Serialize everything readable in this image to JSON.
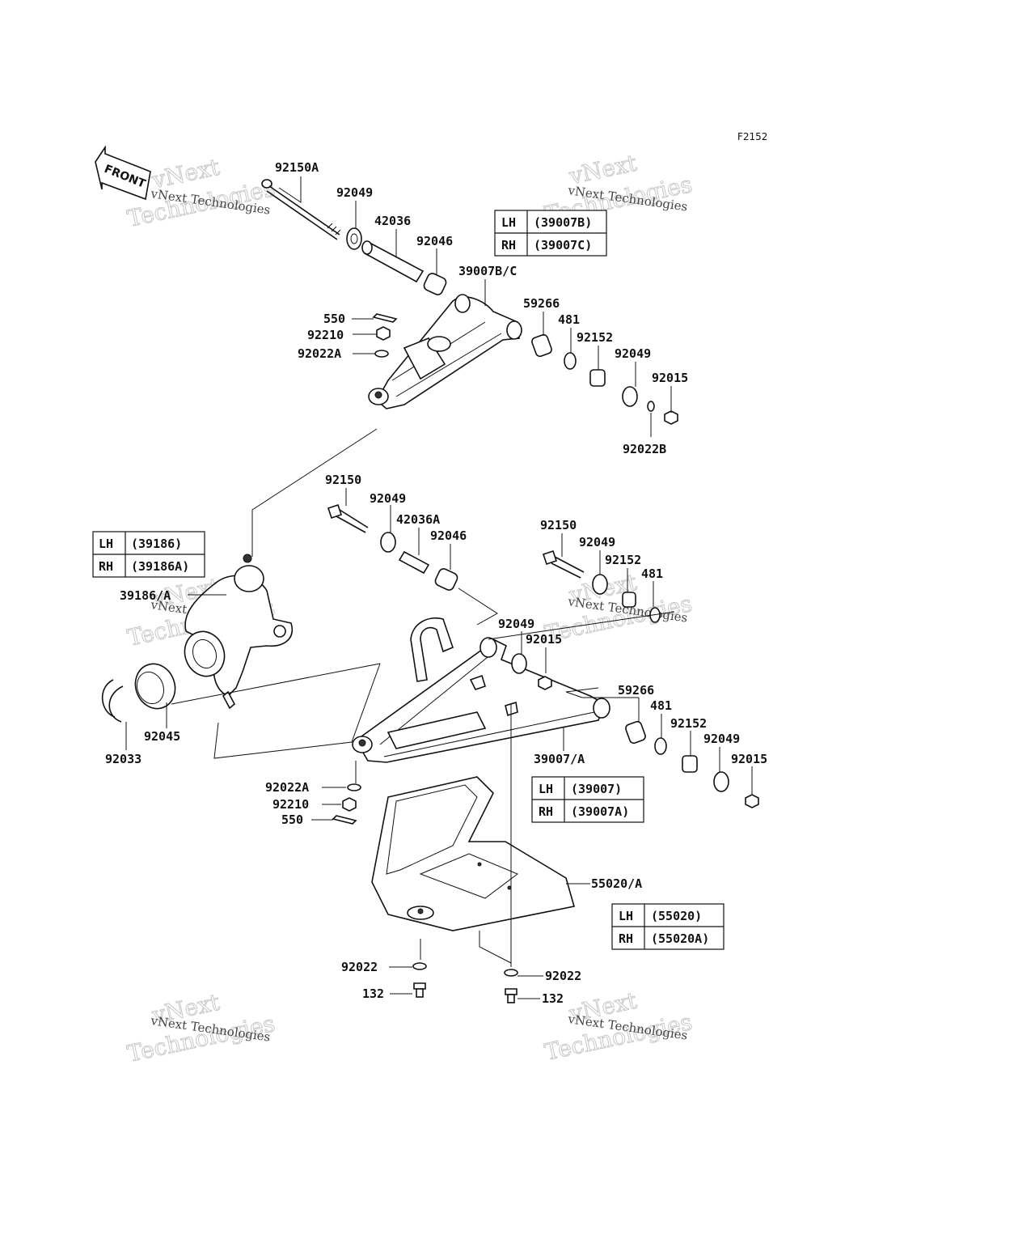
{
  "figure_code": "F2152",
  "front_label": "FRONT",
  "watermark": {
    "line1": "vNext Technologies",
    "line2": "vNext",
    "line3": "Technologies"
  },
  "tables": [
    {
      "rows": [
        {
          "side": "LH",
          "part": "(39007B)"
        },
        {
          "side": "RH",
          "part": "(39007C)"
        }
      ]
    },
    {
      "rows": [
        {
          "side": "LH",
          "part": "(39186)"
        },
        {
          "side": "RH",
          "part": "(39186A)"
        }
      ]
    },
    {
      "rows": [
        {
          "side": "LH",
          "part": "(39007)"
        },
        {
          "side": "RH",
          "part": "(39007A)"
        }
      ]
    },
    {
      "rows": [
        {
          "side": "LH",
          "part": "(55020)"
        },
        {
          "side": "RH",
          "part": "(55020A)"
        }
      ]
    }
  ],
  "labels": [
    "92150A",
    "92049",
    "42036",
    "92046",
    "39007B/C",
    "550",
    "92210",
    "92022A",
    "59266",
    "481",
    "92152",
    "92049",
    "92015",
    "92022B",
    "92150",
    "92049",
    "42036A",
    "92046",
    "92150",
    "92049",
    "92152",
    "481",
    "39186/A",
    "92049",
    "92015",
    "59266",
    "481",
    "92152",
    "92049",
    "92015",
    "92045",
    "92033",
    "39007/A",
    "92022A",
    "92210",
    "550",
    "55020/A",
    "92022",
    "92022",
    "132",
    "132"
  ]
}
